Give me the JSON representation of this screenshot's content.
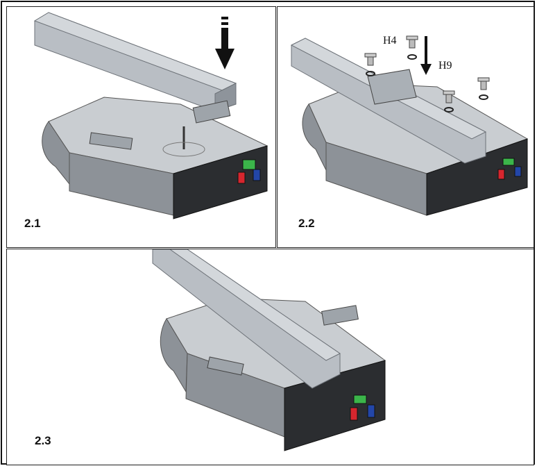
{
  "panels": [
    {
      "label": "2.1"
    },
    {
      "label": "2.2",
      "callouts": [
        "H4",
        "H9"
      ]
    },
    {
      "label": "2.3"
    }
  ],
  "colors": {
    "rail": "#b9bec4",
    "rail_dark": "#8e949b",
    "body_top": "#c9cdd1",
    "body_side": "#8d9298",
    "front_panel": "#2b2d30",
    "led_green": "#3bb54a",
    "button_red": "#d7262e",
    "button_blue": "#2346a8"
  },
  "icons": [
    "down-arrow-icon",
    "bolt-icon",
    "washer-icon"
  ]
}
